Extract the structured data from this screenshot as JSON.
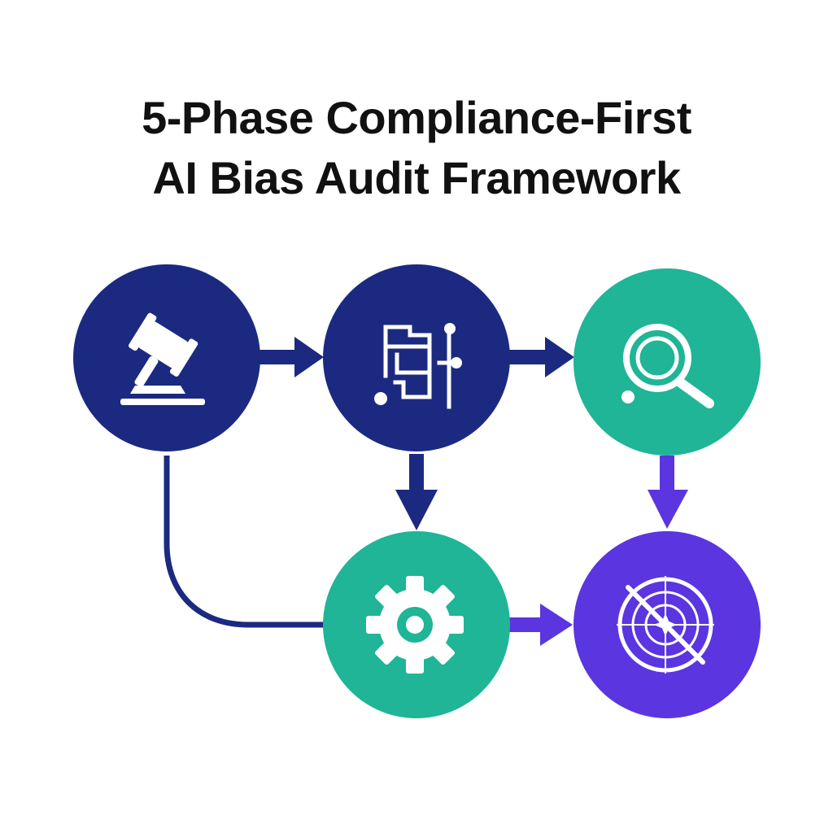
{
  "title": {
    "line1": "5-Phase Compliance-First",
    "line2": "AI Bias Audit Framework"
  },
  "colors": {
    "navy": "#1b2a80",
    "teal": "#1fb596",
    "purple": "#5b35e0",
    "white": "#ffffff"
  },
  "nodes": [
    {
      "id": "phase-1",
      "icon": "gavel-icon",
      "color": "navy"
    },
    {
      "id": "phase-2",
      "icon": "flowchart-icon",
      "color": "navy"
    },
    {
      "id": "phase-3",
      "icon": "magnifier-icon",
      "color": "teal"
    },
    {
      "id": "phase-4",
      "icon": "gear-icon",
      "color": "teal"
    },
    {
      "id": "phase-5",
      "icon": "radar-target-icon",
      "color": "purple"
    }
  ],
  "connections": [
    {
      "from": "phase-1",
      "to": "phase-2",
      "color": "navy"
    },
    {
      "from": "phase-2",
      "to": "phase-3",
      "color": "navy"
    },
    {
      "from": "phase-2",
      "to": "phase-4",
      "color": "navy"
    },
    {
      "from": "phase-3",
      "to": "phase-5",
      "color": "purple"
    },
    {
      "from": "phase-1",
      "to": "phase-4",
      "color": "navy"
    },
    {
      "from": "phase-4",
      "to": "phase-5",
      "color": "purple"
    }
  ]
}
